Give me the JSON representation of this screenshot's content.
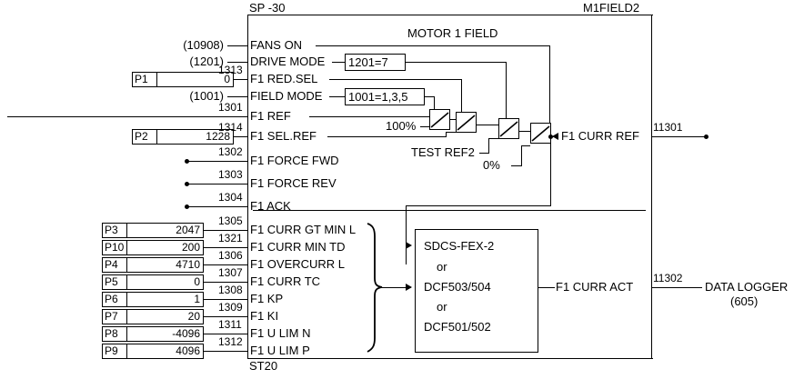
{
  "diagram": {
    "sheet_ref_left": "SP -30",
    "sheet_ref_right": "M1FIELD2",
    "sheet_ref_bottom": "ST20",
    "block_title": "MOTOR 1 FIELD"
  },
  "inputs_left": [
    {
      "kind": "ref",
      "ref": "(10908)",
      "signal_no": "",
      "label": "FANS ON"
    },
    {
      "kind": "ref",
      "ref": "(1201)",
      "signal_no": "",
      "label": "DRIVE MODE"
    },
    {
      "kind": "param",
      "param_id": "P1",
      "value": "0",
      "signal_no": "1313",
      "label": "F1 RED.SEL"
    },
    {
      "kind": "ref",
      "ref": "(1001)",
      "signal_no": "",
      "label": "FIELD MODE"
    },
    {
      "kind": "line",
      "ref": "",
      "signal_no": "1301",
      "label": "F1 REF"
    },
    {
      "kind": "param",
      "param_id": "P2",
      "value": "1228",
      "signal_no": "1314",
      "label": "F1 SEL.REF"
    },
    {
      "kind": "stub",
      "signal_no": "1302",
      "label": "F1 FORCE FWD"
    },
    {
      "kind": "stub",
      "signal_no": "1303",
      "label": "F1 FORCE REV"
    },
    {
      "kind": "stub",
      "signal_no": "1304",
      "label": "F1 ACK"
    }
  ],
  "params_lower": [
    {
      "param_id": "P3",
      "value": "2047",
      "signal_no": "1305",
      "label": "F1 CURR GT MIN L"
    },
    {
      "param_id": "P10",
      "value": "200",
      "signal_no": "1321",
      "label": "F1 CURR MIN TD"
    },
    {
      "param_id": "P4",
      "value": "4710",
      "signal_no": "1306",
      "label": "F1 OVERCURR L"
    },
    {
      "param_id": "P5",
      "value": "0",
      "signal_no": "1307",
      "label": "F1 CURR TC"
    },
    {
      "param_id": "P6",
      "value": "1",
      "signal_no": "1308",
      "label": "F1 KP"
    },
    {
      "param_id": "P7",
      "value": "20",
      "signal_no": "1309",
      "label": "F1 KI"
    },
    {
      "param_id": "P8",
      "value": "-4096",
      "signal_no": "1311",
      "label": "F1 U LIM N"
    },
    {
      "param_id": "P9",
      "value": "4096",
      "signal_no": "1312",
      "label": "F1 U LIM P"
    }
  ],
  "conditions": [
    {
      "text": "1201=7"
    },
    {
      "text": "1001=1,3,5"
    }
  ],
  "constants": [
    {
      "text": "100%"
    },
    {
      "text": "TEST REF2"
    },
    {
      "text": "0%"
    }
  ],
  "fex_block": {
    "line1": "SDCS-FEX-2",
    "line2": "or",
    "line3": "DCF503/504",
    "line4": "or",
    "line5": "DCF501/502"
  },
  "outputs": [
    {
      "label": "F1 CURR REF",
      "signal_no": "11301",
      "target": "",
      "target_sub": ""
    },
    {
      "label": "F1 CURR ACT",
      "signal_no": "11302",
      "target": "DATA LOGGER",
      "target_sub": "(605)"
    }
  ]
}
